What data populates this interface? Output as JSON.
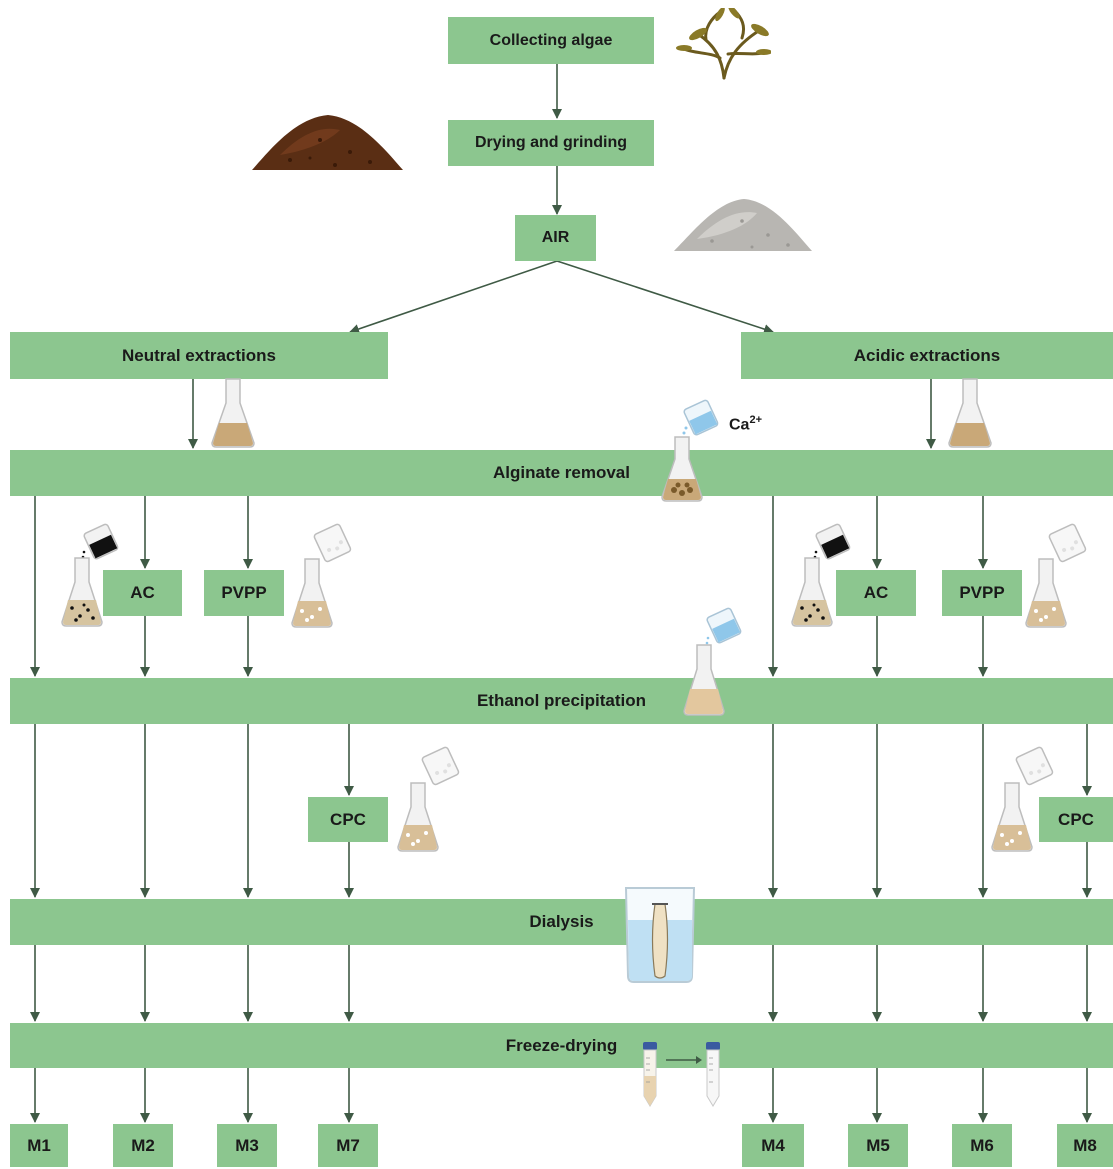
{
  "steps": {
    "collecting": "Collecting algae",
    "drying": "Drying and grinding",
    "air": "AIR",
    "neutral": "Neutral extractions",
    "acidic": "Acidic extractions",
    "alginate": "Alginate removal",
    "ethanol": "Ethanol precipitation",
    "dialysis": "Dialysis",
    "freeze": "Freeze-drying"
  },
  "treatments": {
    "ac_left": "AC",
    "pvpp_left": "PVPP",
    "cpc_left": "CPC",
    "ac_right": "AC",
    "pvpp_right": "PVPP",
    "cpc_right": "CPC"
  },
  "reagent": {
    "ca_symbol": "Ca",
    "ca_charge": "2+"
  },
  "outputs": [
    "M1",
    "M2",
    "M3",
    "M7",
    "M4",
    "M5",
    "M6",
    "M8"
  ],
  "colors": {
    "box": "#8cc68f",
    "arrow": "#3f5a45",
    "text": "#1a1a1a"
  },
  "icons": [
    "seaweed-icon",
    "brown-powder-icon",
    "grey-powder-icon",
    "flask-icon",
    "pouring-beaker-icon",
    "dialysis-beaker-icon",
    "centrifuge-tube-icon"
  ]
}
